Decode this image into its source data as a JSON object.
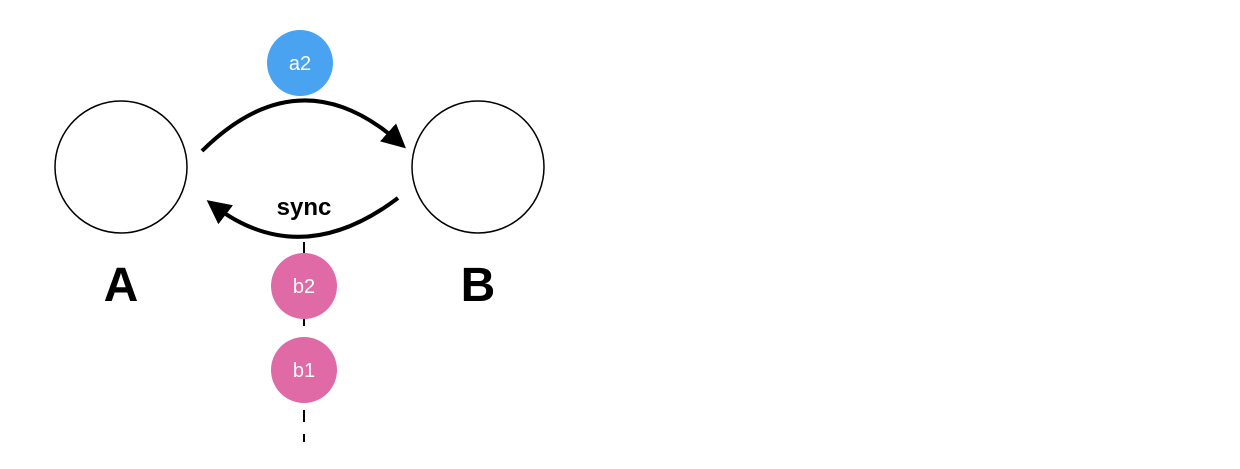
{
  "nodes": {
    "a": {
      "label": "A"
    },
    "b": {
      "label": "B"
    }
  },
  "edges": {
    "lower": {
      "label": "sync"
    }
  },
  "badges": {
    "a2": {
      "label": "a2",
      "color": "#4aa3f0"
    },
    "b2": {
      "label": "b2",
      "color": "#e06aa6"
    },
    "b1": {
      "label": "b1",
      "color": "#e06aa6"
    }
  }
}
